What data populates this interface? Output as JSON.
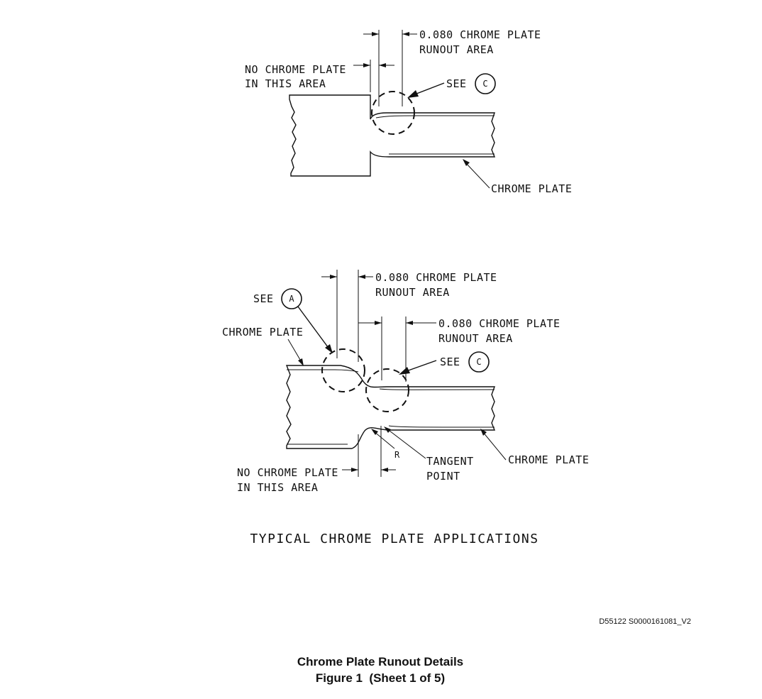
{
  "figure_top": {
    "runout_label_line1": "0.080 CHROME PLATE",
    "runout_label_line2": "RUNOUT AREA",
    "no_plate_line1": "NO CHROME PLATE",
    "no_plate_line2": "IN THIS AREA",
    "see_label": "SEE",
    "see_ref": "C",
    "chrome_plate_label": "CHROME PLATE"
  },
  "figure_bottom": {
    "runout_left_line1": "0.080 CHROME PLATE",
    "runout_left_line2": "RUNOUT AREA",
    "runout_right_line1": "0.080 CHROME PLATE",
    "runout_right_line2": "RUNOUT AREA",
    "see_a_label": "SEE",
    "see_a_ref": "A",
    "see_c_label": "SEE",
    "see_c_ref": "C",
    "chrome_plate_left": "CHROME PLATE",
    "chrome_plate_right": "CHROME PLATE",
    "radius_label": "R",
    "tangent_line1": "TANGENT",
    "tangent_line2": "POINT",
    "no_plate_line1": "NO CHROME PLATE",
    "no_plate_line2": "IN THIS AREA"
  },
  "heading": "TYPICAL CHROME PLATE APPLICATIONS",
  "doc_id": "D55122 S0000161081_V2",
  "caption": {
    "title": "Chrome Plate Runout Details",
    "subtitle": "Figure 1  (Sheet 1 of 5)"
  }
}
